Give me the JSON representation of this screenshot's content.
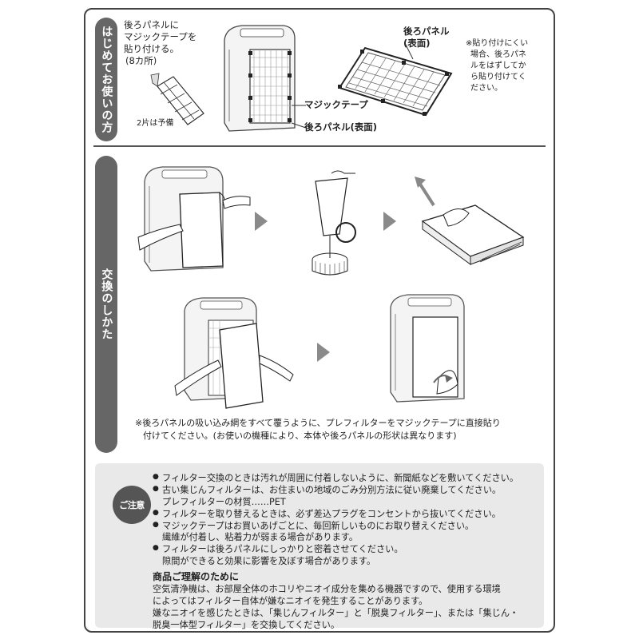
{
  "intro": {
    "tab_label": "はじめてお使いの方",
    "instruction_lines": [
      "後ろパネルに",
      "マジックテープを",
      "貼り付ける。",
      "(8カ所)"
    ],
    "spare_note": "2片は予備",
    "label_tape": "マジックテープ",
    "label_rear_panel": "後ろパネル(表面)",
    "panel_title_lines": [
      "後ろパネル",
      "(表面)"
    ],
    "side_note_lines": [
      "※貼り付けにくい",
      "場合、後ろパネ",
      "ルをはずしてか",
      "ら貼り付けてく",
      "ださい。"
    ]
  },
  "replace": {
    "tab_label": "交換のしかた",
    "note_lines": [
      "※後ろパネルの吸い込み網をすべて覆うように、プレフィルターをマジックテープに直接貼り",
      "付けてください。(お使いの機種により、本体や後ろパネルの形状は異なります)"
    ]
  },
  "caution": {
    "badge": "ご注意",
    "items": [
      {
        "lines": [
          "フィルター交換のときは汚れが周囲に付着しないように、新聞紙などを敷いてください。"
        ]
      },
      {
        "lines": [
          "古い集じんフィルターは、お住まいの地域のごみ分別方法に従い廃棄してください。",
          "プレフィルターの材質……PET"
        ]
      },
      {
        "lines": [
          "フィルターを取り替えるときは、必ず差込プラグをコンセントから抜いてください。"
        ]
      },
      {
        "lines": [
          "マジックテープはお買いあげごとに、毎回新しいものにお取り替えください。",
          "繊維が付着し、粘着力が弱まる場合があります。"
        ]
      },
      {
        "lines": [
          "フィルターは後ろパネルにしっかりと密着させてください。",
          "隙間ができると効果に影響を及ぼす場合があります。"
        ]
      }
    ],
    "heading": "商品ご理解のために",
    "paragraph_lines": [
      "空気清浄機は、お部屋全体のホコリやニオイ成分を集める機器ですので、使用する環境",
      "によってはフィルター自体が嫌なニオイを発生することがあります。",
      "嫌なニオイを感じたときは、「集じんフィルター」と「脱臭フィルター」、または「集じん・",
      "脱臭一体型フィルター」を交換してください。"
    ]
  }
}
